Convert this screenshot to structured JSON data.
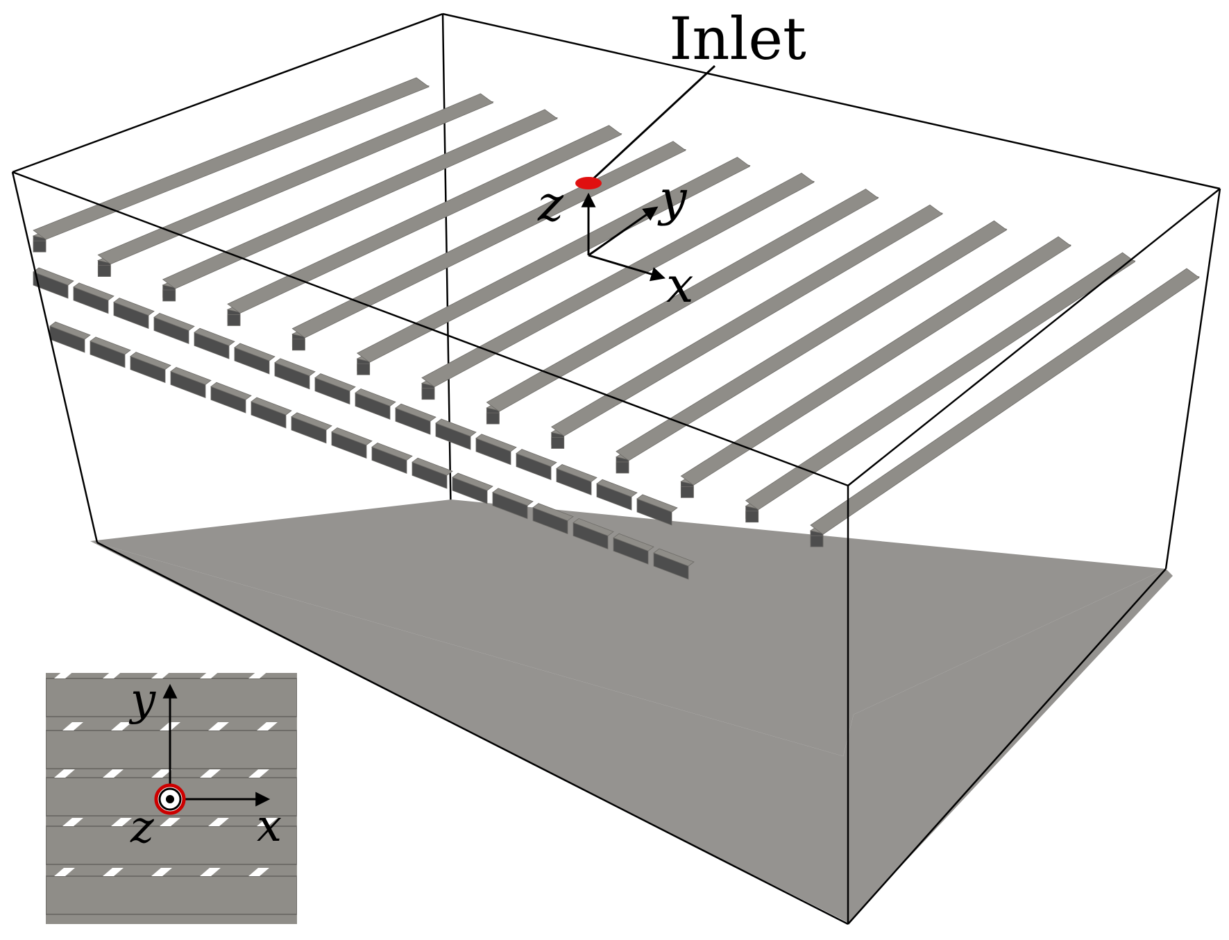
{
  "labels": {
    "inlet": "Inlet",
    "main_axes": {
      "x": "x",
      "y": "y",
      "z": "z"
    },
    "inset_axes": {
      "x": "x",
      "y": "y",
      "z": "z"
    }
  },
  "colors": {
    "strand_top": "#8f8d88",
    "strand_side": "#4d4d4d",
    "substrate": "#959390",
    "inlet": "#e01010",
    "box_edge": "#000000"
  }
}
